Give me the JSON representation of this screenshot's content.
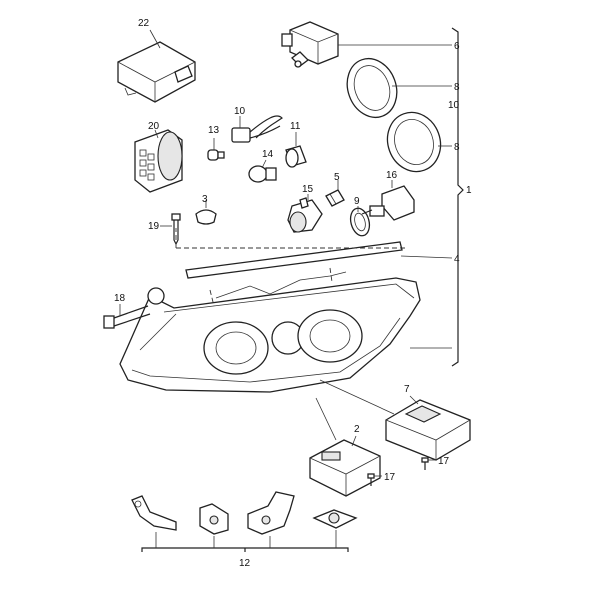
{
  "callouts": {
    "c1": "1",
    "c2": "2",
    "c3": "3",
    "c4": "4",
    "c5": "5",
    "c6": "6",
    "c7": "7",
    "c8a": "8",
    "c8b": "8",
    "c9": "9",
    "c10a": "10",
    "c10b": "10",
    "c11": "11",
    "c12": "12",
    "c13": "13",
    "c14": "14",
    "c15": "15",
    "c16": "16",
    "c17a": "17",
    "c17b": "17",
    "c18": "18",
    "c19": "19",
    "c20": "20",
    "c22": "22"
  }
}
